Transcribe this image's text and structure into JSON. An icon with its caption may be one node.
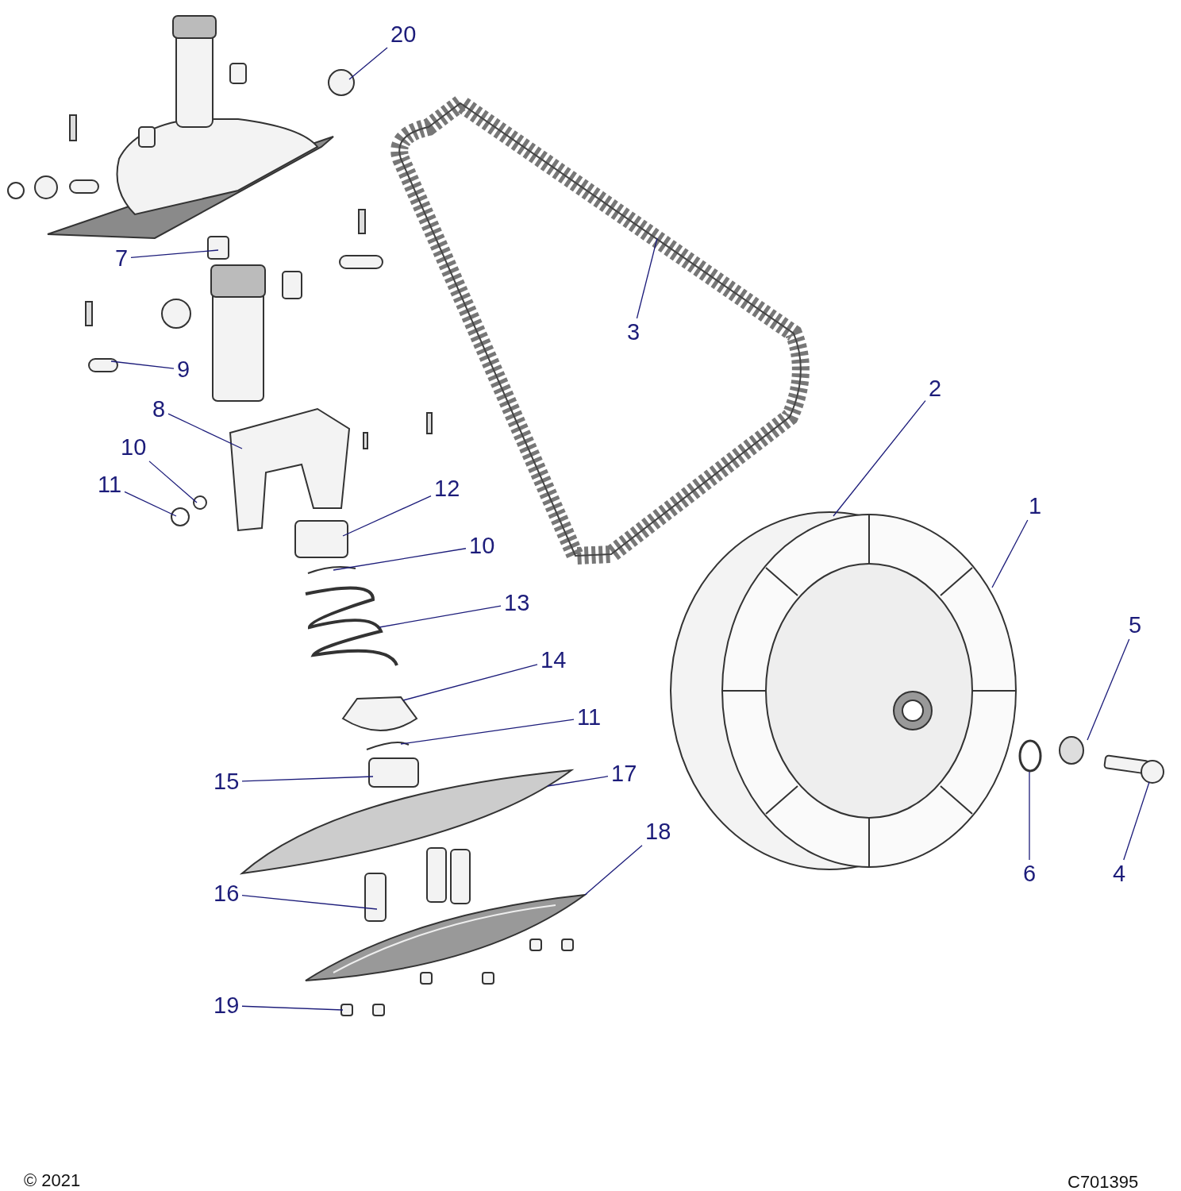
{
  "diagram": {
    "nodes": [
      {
        "text": [
          "20"
        ]
      },
      {
        "text": [
          "7"
        ]
      },
      {
        "text": [
          "3"
        ]
      },
      {
        "text": [
          "9"
        ]
      },
      {
        "text": [
          "2"
        ]
      },
      {
        "text": [
          "8"
        ]
      },
      {
        "text": [
          "10"
        ]
      },
      {
        "text": [
          "11"
        ]
      },
      {
        "text": [
          "12"
        ]
      },
      {
        "text": [
          "1"
        ]
      },
      {
        "text": [
          "10"
        ]
      },
      {
        "text": [
          "13"
        ]
      },
      {
        "text": [
          "5"
        ]
      },
      {
        "text": [
          "14"
        ]
      },
      {
        "text": [
          "11"
        ]
      },
      {
        "text": [
          "17"
        ]
      },
      {
        "text": [
          "15"
        ]
      },
      {
        "text": [
          "18"
        ]
      },
      {
        "text": [
          "6"
        ]
      },
      {
        "text": [
          "4"
        ]
      },
      {
        "text": [
          "16"
        ]
      },
      {
        "text": [
          "19"
        ]
      }
    ],
    "edges": [
      {
        "from": 0,
        "to": null,
        "arrow": "none"
      },
      {
        "from": 1,
        "to": null,
        "arrow": "none"
      },
      {
        "from": 2,
        "to": null,
        "arrow": "none"
      },
      {
        "from": 3,
        "to": null,
        "arrow": "none"
      },
      {
        "from": 4,
        "to": null,
        "arrow": "none"
      },
      {
        "from": 5,
        "to": null,
        "arrow": "none"
      },
      {
        "from": 6,
        "to": null,
        "arrow": "none"
      },
      {
        "from": 7,
        "to": null,
        "arrow": "none"
      },
      {
        "from": 8,
        "to": null,
        "arrow": "none"
      },
      {
        "from": 9,
        "to": null,
        "arrow": "none"
      },
      {
        "from": 10,
        "to": null,
        "arrow": "none"
      },
      {
        "from": 11,
        "to": null,
        "arrow": "none"
      },
      {
        "from": 12,
        "to": null,
        "arrow": "none"
      },
      {
        "from": 13,
        "to": null,
        "arrow": "none"
      },
      {
        "from": 14,
        "to": null,
        "arrow": "none"
      },
      {
        "from": 15,
        "to": null,
        "arrow": "none"
      },
      {
        "from": 16,
        "to": null,
        "arrow": "none"
      },
      {
        "from": 17,
        "to": null,
        "arrow": "none"
      },
      {
        "from": 18,
        "to": null,
        "arrow": "none"
      },
      {
        "from": 19,
        "to": null,
        "arrow": "none"
      },
      {
        "from": 20,
        "to": null,
        "arrow": "none"
      },
      {
        "from": 21,
        "to": null,
        "arrow": "none"
      }
    ],
    "labels": [
      "© 2021",
      "C701395"
    ]
  }
}
